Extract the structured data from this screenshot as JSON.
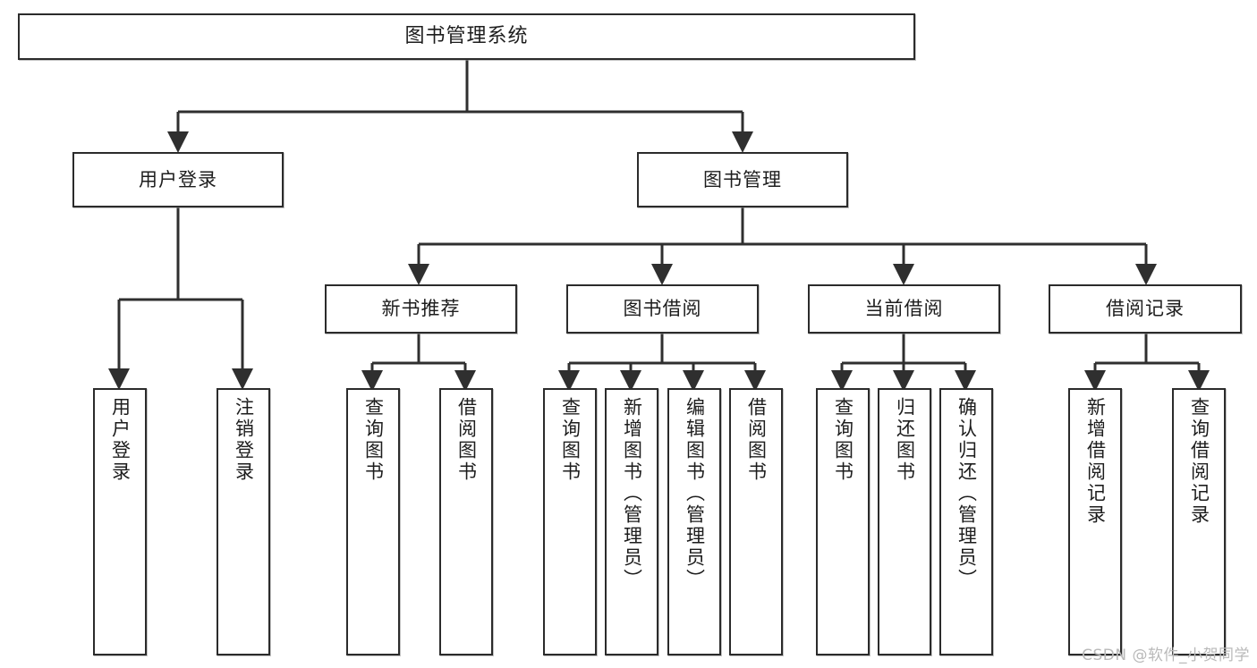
{
  "diagram": {
    "title": "图书管理系统",
    "type": "tree",
    "watermark": "CSDN @软件_小贺同学",
    "colors": {
      "box_border": "#2b2b2b",
      "box_fill": "#ffffff",
      "connector": "#333333",
      "text": "#1d1d1d",
      "watermark": "#b9b9b9"
    },
    "nodes": {
      "root": {
        "label": "图书管理系统"
      },
      "level2": [
        {
          "label": "用户登录"
        },
        {
          "label": "图书管理"
        }
      ],
      "level3": [
        {
          "label": "新书推荐"
        },
        {
          "label": "图书借阅"
        },
        {
          "label": "当前借阅"
        },
        {
          "label": "借阅记录"
        }
      ],
      "leaves": {
        "user_login": [
          {
            "label": "用户登录"
          },
          {
            "label": "注销登录"
          }
        ],
        "new_book_recommend": [
          {
            "label": "查询图书"
          },
          {
            "label": "借阅图书"
          }
        ],
        "book_borrow": [
          {
            "label": "查询图书"
          },
          {
            "label": "新增图书（管理员）"
          },
          {
            "label": "编辑图书（管理员）"
          },
          {
            "label": "借阅图书"
          }
        ],
        "current_borrow": [
          {
            "label": "查询图书"
          },
          {
            "label": "归还图书"
          },
          {
            "label": "确认归还（管理员）"
          }
        ],
        "borrow_record": [
          {
            "label": "新增借阅记录"
          },
          {
            "label": "查询借阅记录"
          }
        ]
      }
    }
  }
}
